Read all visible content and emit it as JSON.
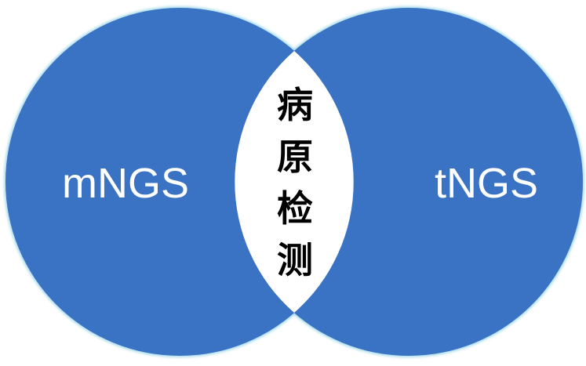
{
  "colors": {
    "circle": "#3a73c4",
    "overlap": "#ffffff",
    "edge": "#9fd7e8"
  },
  "left_circle": {
    "label": "mNGS"
  },
  "right_circle": {
    "label": "tNGS"
  },
  "overlap": {
    "characters": [
      "病",
      "原",
      "检",
      "测"
    ]
  }
}
